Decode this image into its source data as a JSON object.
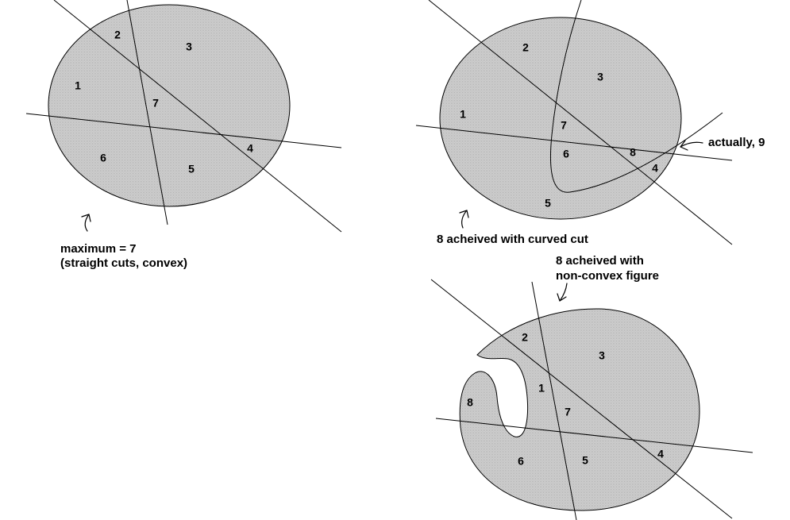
{
  "fill_color": "#cccccc",
  "panel_straight": {
    "labels": [
      "1",
      "2",
      "3",
      "4",
      "5",
      "6",
      "7"
    ],
    "caption_line1": "maximum = 7",
    "caption_line2": "(straight cuts, convex)"
  },
  "panel_curved": {
    "labels": [
      "1",
      "2",
      "3",
      "4",
      "5",
      "6",
      "7",
      "8"
    ],
    "caption": "8 acheived with curved cut",
    "note": "actually, 9"
  },
  "panel_nonconvex": {
    "labels": [
      "1",
      "2",
      "3",
      "4",
      "5",
      "6",
      "7",
      "8"
    ],
    "caption_line1": "8 acheived with",
    "caption_line2": "non-convex figure"
  }
}
